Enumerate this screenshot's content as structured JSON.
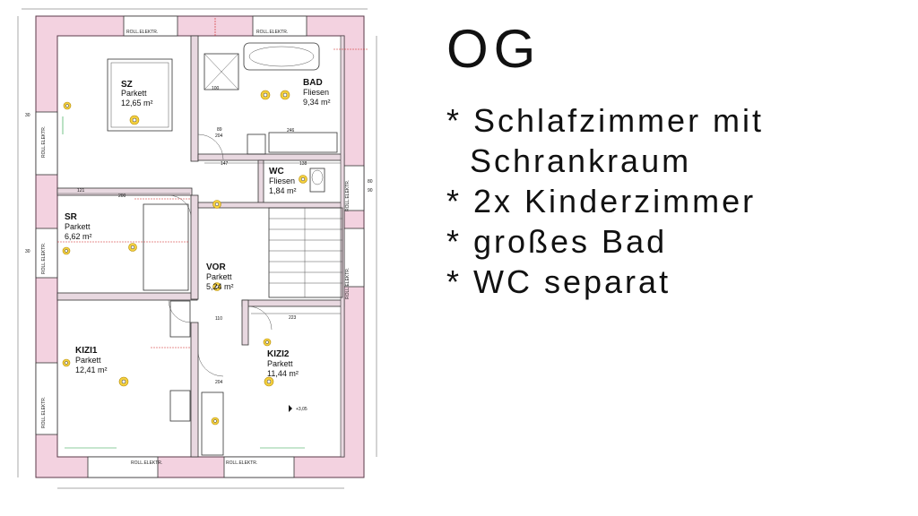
{
  "summary": {
    "heading": "OG",
    "items": [
      "* Schlafzimmer mit",
      "  Schrankraum",
      "* 2x Kinderzimmer",
      "* großes Bad",
      "* WC separat"
    ]
  },
  "plan": {
    "rooms": {
      "sz": {
        "name": "SZ",
        "floor": "Parkett",
        "area": "12,65 m²"
      },
      "bad": {
        "name": "BAD",
        "floor": "Fliesen",
        "area": "9,34 m²"
      },
      "wc": {
        "name": "WC",
        "floor": "Fliesen",
        "area": "1,84 m²"
      },
      "sr": {
        "name": "SR",
        "floor": "Parkett",
        "area": "6,62 m²"
      },
      "vor": {
        "name": "VOR",
        "floor": "Parkett",
        "area": "5,24 m²"
      },
      "kizi1": {
        "name": "KIZI1",
        "floor": "Parkett",
        "area": "12,41 m²"
      },
      "kizi2": {
        "name": "KIZI2",
        "floor": "Parkett",
        "area": "11,44 m²"
      }
    },
    "labels": {
      "roll_top_left": "ROLL.ELEKTR.",
      "roll_top_right": "ROLL.ELEKTR.",
      "roll_bottom_left": "ROLL.ELEKTR.",
      "roll_bottom_right": "ROLL.ELEKTR.",
      "roll_left_1": "ROLL.ELEKTR.",
      "roll_left_2": "ROLL.ELEKTR.",
      "roll_left_3": "ROLL.ELEKTR.",
      "roll_right_1": "ROLL.ELEKTR.",
      "roll_right_2": "ROLL.ELEKTR.",
      "level_mark": "+3,05",
      "dims": {
        "d121": "121",
        "d200": "200",
        "d246": "246",
        "d147": "147",
        "d138": "138",
        "d223": "223",
        "d110": "110",
        "d89": "89",
        "d204a": "204",
        "d204b": "204",
        "d100": "100",
        "d30a": "30",
        "d30b": "30",
        "d80": "80",
        "d90": "90"
      }
    }
  }
}
